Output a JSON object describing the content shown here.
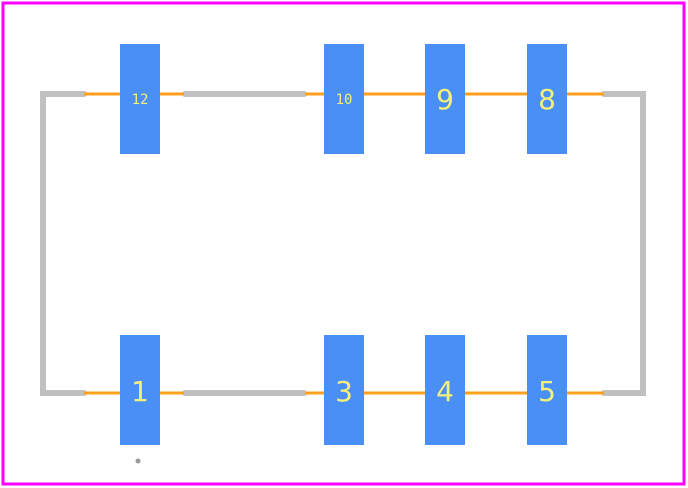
{
  "colors": {
    "board_outline": "#ff00ff",
    "silkscreen": "#c0c0c0",
    "trace": "#ff9f1c",
    "pad": "#4a8ff5",
    "pad_label": "#f5f07a",
    "origin_dot": "#999999"
  },
  "pads": {
    "top": [
      {
        "label": "12",
        "size": "small"
      },
      {
        "label": "10",
        "size": "small"
      },
      {
        "label": "9",
        "size": "large"
      },
      {
        "label": "8",
        "size": "large"
      }
    ],
    "bottom": [
      {
        "label": "1",
        "size": "large"
      },
      {
        "label": "3",
        "size": "large"
      },
      {
        "label": "4",
        "size": "large"
      },
      {
        "label": "5",
        "size": "large"
      }
    ]
  }
}
